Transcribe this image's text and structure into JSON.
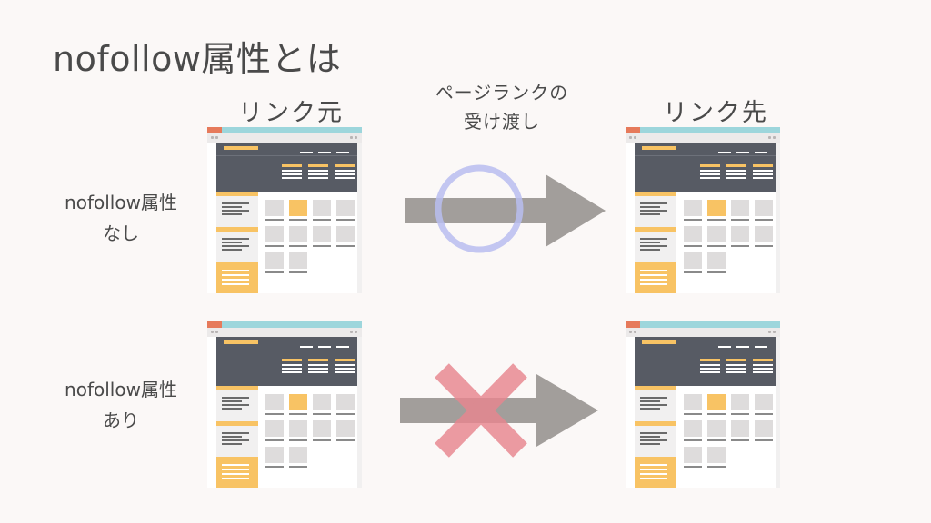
{
  "title": "nofollow属性とは",
  "columns": {
    "source": "リンク元",
    "transfer_line1": "ページランクの",
    "transfer_line2": "受け渡し",
    "target": "リンク先"
  },
  "rows": [
    {
      "label_line1": "nofollow属性",
      "label_line2": "なし",
      "result": "circle",
      "result_color": "#b8bdf0"
    },
    {
      "label_line1": "nofollow属性",
      "label_line2": "あり",
      "result": "cross",
      "result_color": "#e8868f"
    }
  ],
  "colors": {
    "background": "#fbf8f7",
    "text": "#4a4a4a",
    "arrow": "#a29e9b",
    "accent": "#f8c364",
    "header": "#575b64",
    "browser_bar": "#9dd6dc",
    "browser_tab": "#e67a5b"
  },
  "icons": [
    "webpage-icon",
    "arrow-right-icon",
    "circle-icon",
    "cross-icon"
  ]
}
